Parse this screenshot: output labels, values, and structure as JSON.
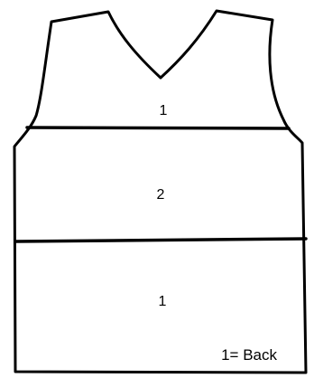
{
  "diagram": {
    "sections": [
      {
        "label": "1"
      },
      {
        "label": "2"
      },
      {
        "label": "1"
      }
    ],
    "legend": "1= Back"
  }
}
